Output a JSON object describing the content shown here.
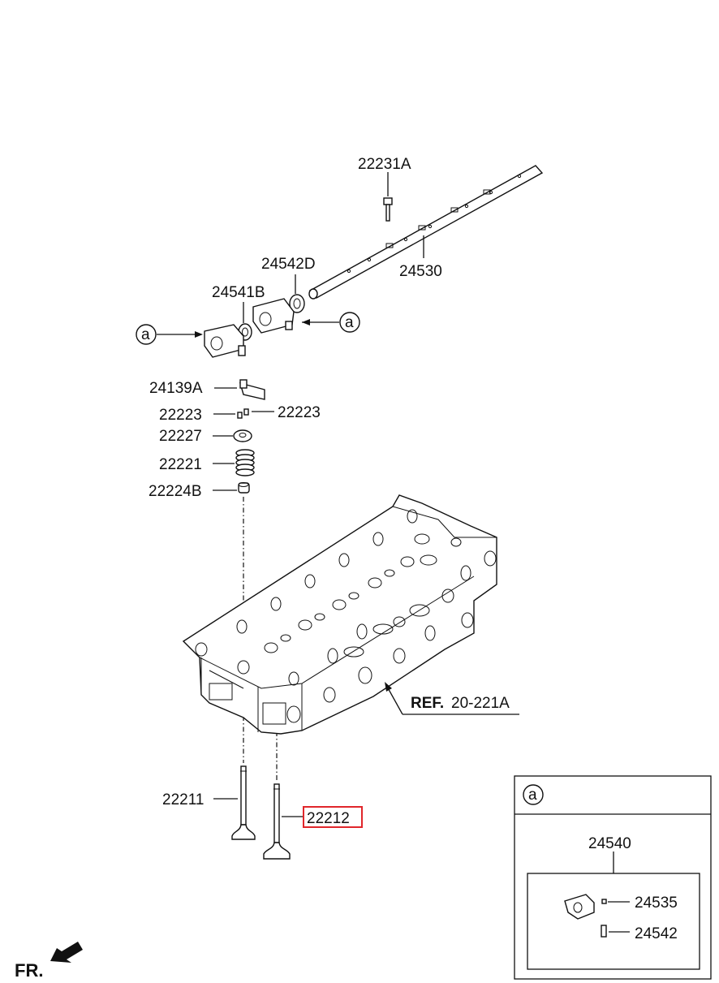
{
  "labels": {
    "p22231A": "22231A",
    "p24530": "24530",
    "p24542D": "24542D",
    "p24541B": "24541B",
    "p24139A": "24139A",
    "p22223_left": "22223",
    "p22223_right": "22223",
    "p22227": "22227",
    "p22221": "22221",
    "p22224B": "22224B",
    "ref_prefix": "REF.",
    "ref_value": "20-221A",
    "p22211": "22211",
    "p22212": "22212",
    "fr": "FR.",
    "callout_a": "a"
  },
  "inset": {
    "header": "a",
    "p24540": "24540",
    "p24535": "24535",
    "p24542": "24542"
  },
  "highlight": {
    "part": "22212",
    "color": "#e0262b"
  }
}
